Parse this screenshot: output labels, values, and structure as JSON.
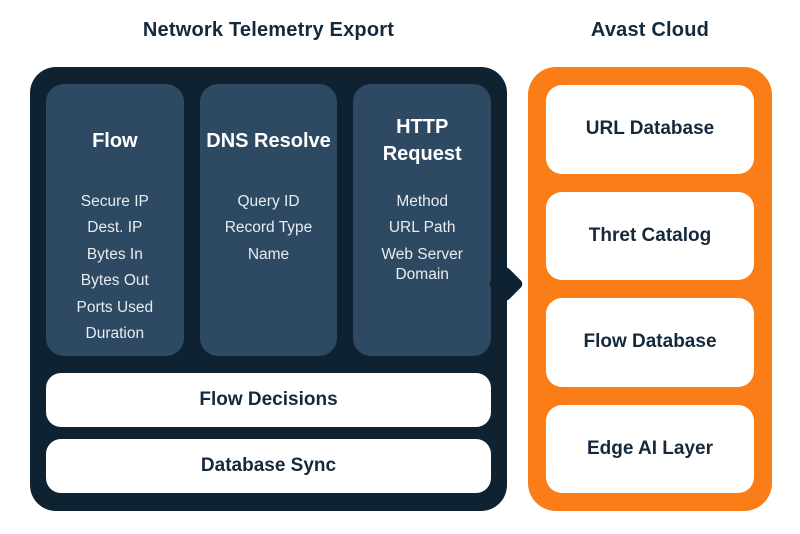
{
  "titles": {
    "left": "Network Telemetry Export",
    "right": "Avast Cloud"
  },
  "telemetry_panel": {
    "columns": [
      {
        "title": "Flow",
        "items": [
          "Secure IP",
          "Dest. IP",
          "Bytes In",
          "Bytes Out",
          "Ports Used",
          "Duration"
        ]
      },
      {
        "title": "DNS Resolve",
        "items": [
          "Query ID",
          "Record Type",
          "Name"
        ]
      },
      {
        "title": "HTTP Request",
        "items": [
          "Method",
          "URL Path",
          "Web Server Domain"
        ]
      }
    ],
    "bars": [
      "Flow Decisions",
      "Database Sync"
    ]
  },
  "cloud_panel": {
    "boxes": [
      "URL Database",
      "Thret Catalog",
      "Flow Database",
      "Edge AI Layer"
    ]
  },
  "colors": {
    "page-bg": "#ffffff",
    "panel-dark": "#0e2231",
    "column-slate": "#2d4a62",
    "panel-orange": "#fa7d17",
    "box-white": "#ffffff",
    "title-navy": "#15293c",
    "item-text": "#e7ecf1"
  }
}
